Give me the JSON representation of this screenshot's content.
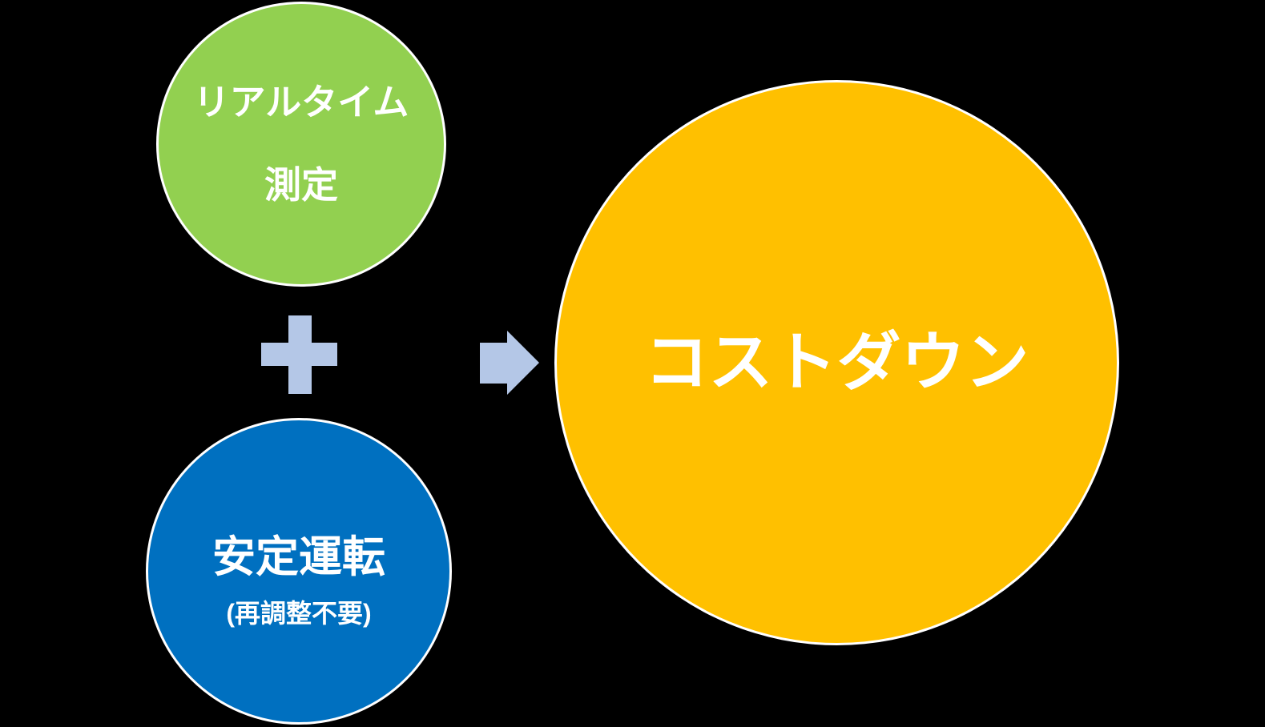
{
  "background_color": "#000000",
  "diagram": {
    "input_top": {
      "shape": "circle",
      "fill": "#92D050",
      "border_color": "#FFFFFF",
      "text_color": "#FFFFFF",
      "line1": "リアルタイム",
      "line2": "測定"
    },
    "input_bottom": {
      "shape": "circle",
      "fill": "#0070C0",
      "border_color": "#FFFFFF",
      "text_color": "#FFFFFF",
      "title": "安定運転",
      "subtitle": "(再調整不要)"
    },
    "plus": {
      "symbol": "plus-sign",
      "fill": "#B4C7E7"
    },
    "arrow": {
      "symbol": "right-arrow",
      "fill": "#B4C7E7"
    },
    "result": {
      "shape": "circle",
      "fill": "#FFC000",
      "border_color": "#FFFFFF",
      "text_color": "#FFFFFF",
      "label": "コストダウン"
    }
  }
}
